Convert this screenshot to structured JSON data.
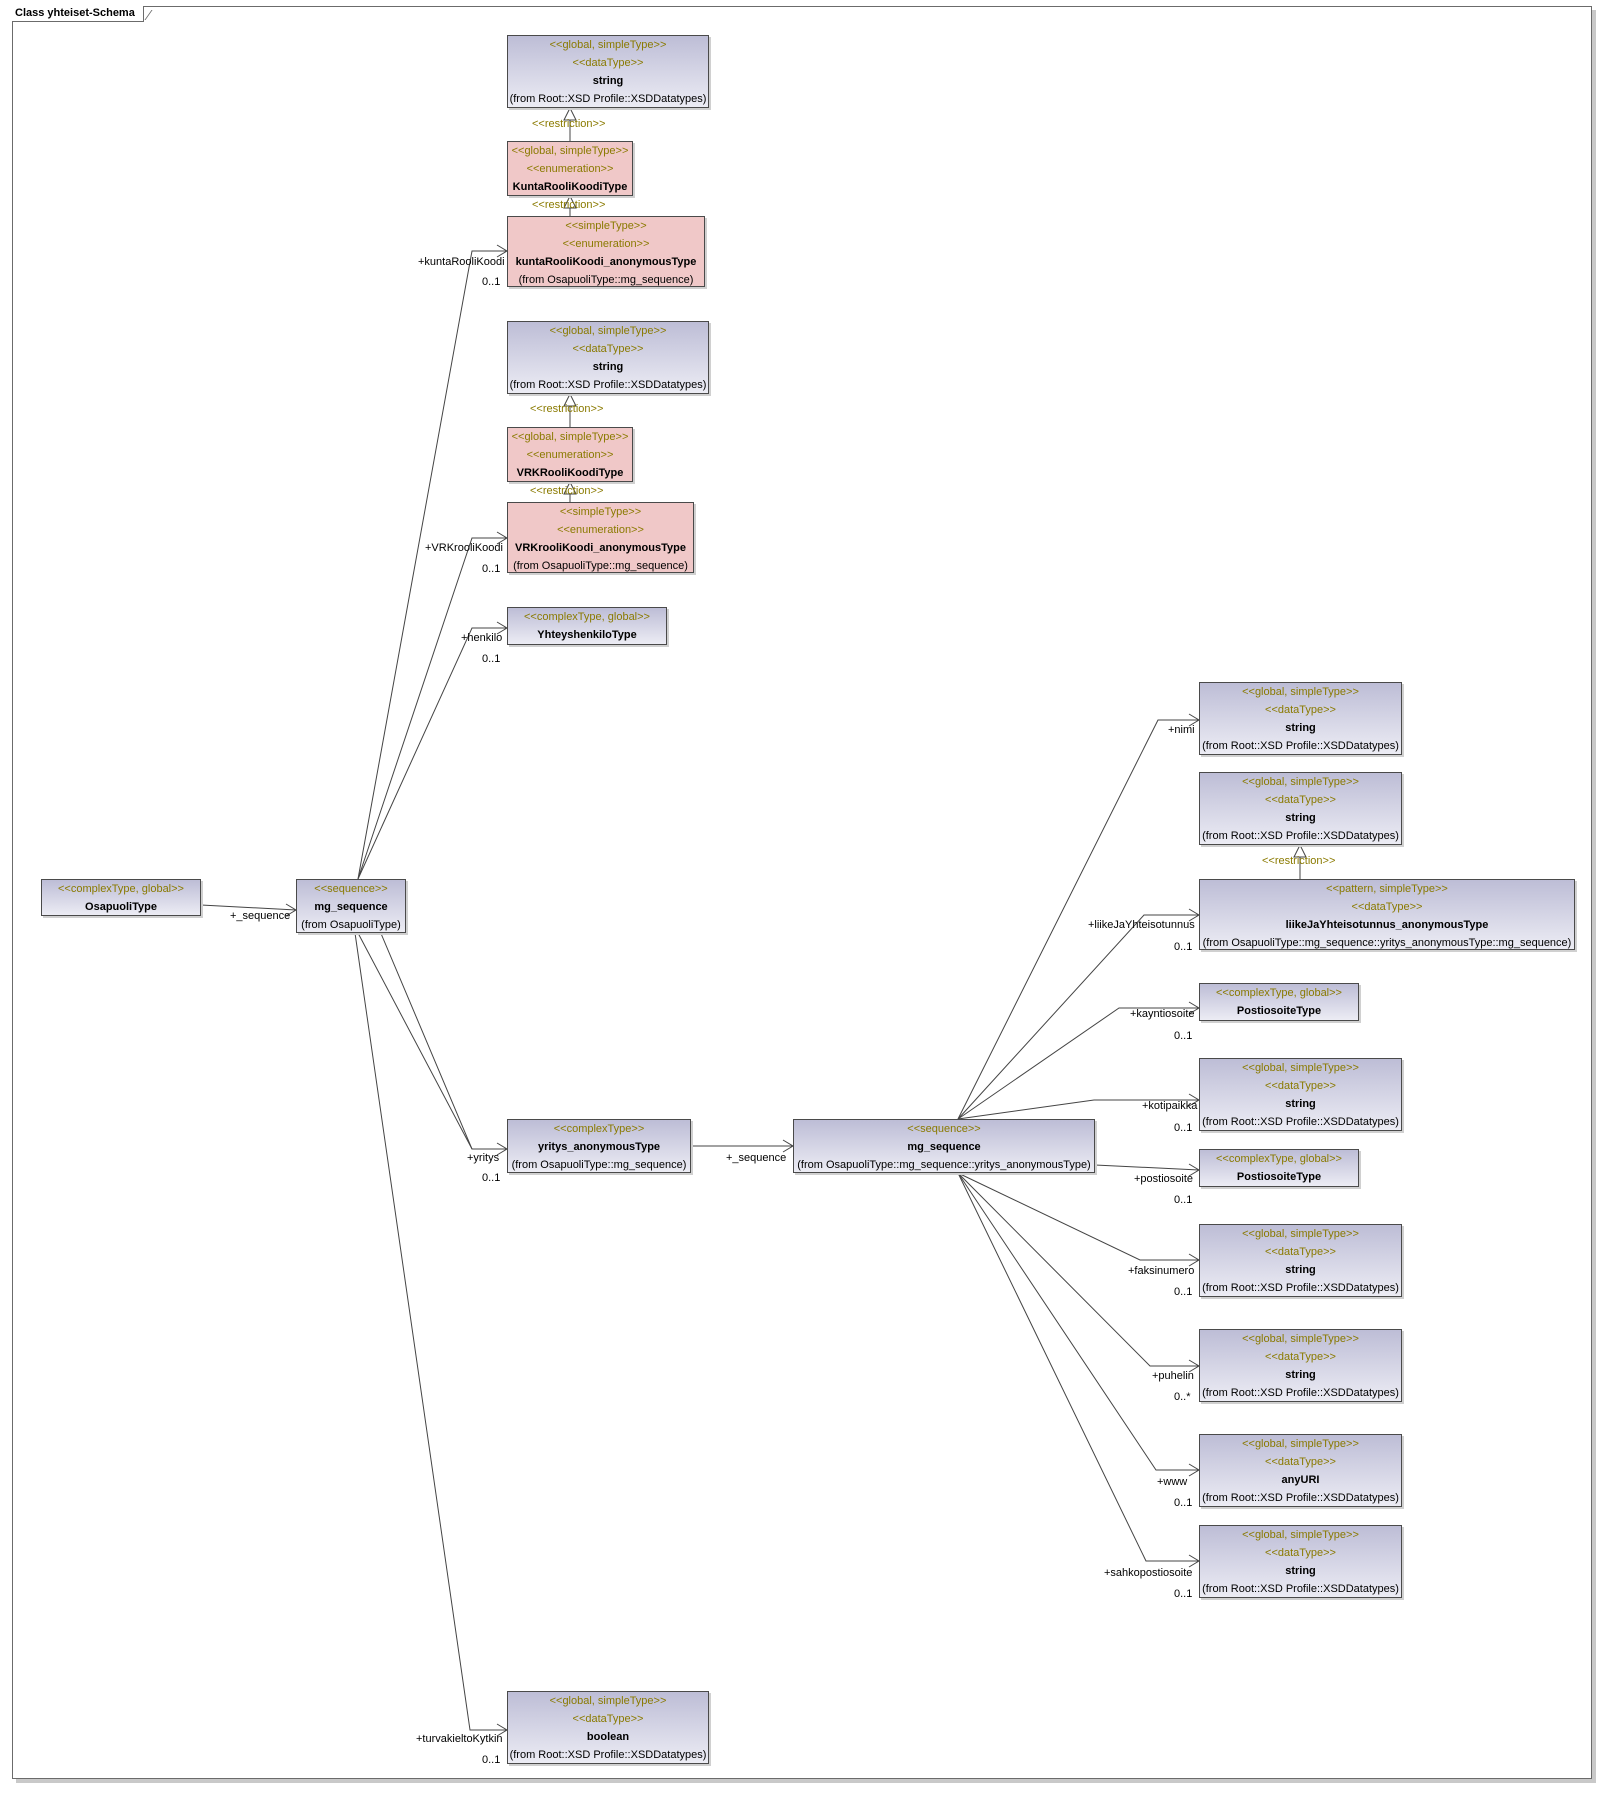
{
  "frame": {
    "title": "Class yhteiset-Schema"
  },
  "boxes": [
    {
      "id": "osapuoli",
      "stereo": [
        "<<complexType, global>>"
      ],
      "name": "OsapuoliType",
      "from": ""
    },
    {
      "id": "mgseq1",
      "stereo": [
        "<<sequence>>"
      ],
      "name": "mg_sequence",
      "from": "(from OsapuoliType)"
    },
    {
      "id": "str1",
      "stereo": [
        "<<global, simpleType>>",
        "<<dataType>>"
      ],
      "name": "string",
      "from": "(from Root::XSD Profile::XSDDatatypes)"
    },
    {
      "id": "kuntaRK",
      "stereo": [
        "<<global, simpleType>>",
        "<<enumeration>>"
      ],
      "name": "KuntaRooliKoodiType",
      "from": ""
    },
    {
      "id": "kuntaAnon",
      "stereo": [
        "<<simpleType>>",
        "<<enumeration>>"
      ],
      "name": "kuntaRooliKoodi_anonymousType",
      "from": "(from OsapuoliType::mg_sequence)"
    },
    {
      "id": "str2",
      "stereo": [
        "<<global, simpleType>>",
        "<<dataType>>"
      ],
      "name": "string",
      "from": "(from Root::XSD Profile::XSDDatatypes)"
    },
    {
      "id": "vrkRK",
      "stereo": [
        "<<global, simpleType>>",
        "<<enumeration>>"
      ],
      "name": "VRKRooliKoodiType",
      "from": ""
    },
    {
      "id": "vrkAnon",
      "stereo": [
        "<<simpleType>>",
        "<<enumeration>>"
      ],
      "name": "VRKrooliKoodi_anonymousType",
      "from": "(from OsapuoliType::mg_sequence)"
    },
    {
      "id": "yhteys",
      "stereo": [
        "<<complexType, global>>"
      ],
      "name": "YhteyshenkiloType",
      "from": ""
    },
    {
      "id": "yritys",
      "stereo": [
        "<<complexType>>"
      ],
      "name": "yritys_anonymousType",
      "from": "(from OsapuoliType::mg_sequence)"
    },
    {
      "id": "boolean",
      "stereo": [
        "<<global, simpleType>>",
        "<<dataType>>"
      ],
      "name": "boolean",
      "from": "(from Root::XSD Profile::XSDDatatypes)"
    },
    {
      "id": "mgseq2",
      "stereo": [
        "<<sequence>>"
      ],
      "name": "mg_sequence",
      "from": "(from OsapuoliType::mg_sequence::yritys_anonymousType)"
    },
    {
      "id": "nimiStr",
      "stereo": [
        "<<global, simpleType>>",
        "<<dataType>>"
      ],
      "name": "string",
      "from": "(from Root::XSD Profile::XSDDatatypes)"
    },
    {
      "id": "str3",
      "stereo": [
        "<<global, simpleType>>",
        "<<dataType>>"
      ],
      "name": "string",
      "from": "(from Root::XSD Profile::XSDDatatypes)"
    },
    {
      "id": "liike",
      "stereo": [
        "<<pattern, simpleType>>",
        "<<dataType>>"
      ],
      "name": "liikeJaYhteisotunnus_anonymousType",
      "from": "(from OsapuoliType::mg_sequence::yritys_anonymousType::mg_sequence)"
    },
    {
      "id": "posti1",
      "stereo": [
        "<<complexType, global>>"
      ],
      "name": "PostiosoiteType",
      "from": ""
    },
    {
      "id": "kotiStr",
      "stereo": [
        "<<global, simpleType>>",
        "<<dataType>>"
      ],
      "name": "string",
      "from": "(from Root::XSD Profile::XSDDatatypes)"
    },
    {
      "id": "posti2",
      "stereo": [
        "<<complexType, global>>"
      ],
      "name": "PostiosoiteType",
      "from": ""
    },
    {
      "id": "faksiStr",
      "stereo": [
        "<<global, simpleType>>",
        "<<dataType>>"
      ],
      "name": "string",
      "from": "(from Root::XSD Profile::XSDDatatypes)"
    },
    {
      "id": "puhelinStr",
      "stereo": [
        "<<global, simpleType>>",
        "<<dataType>>"
      ],
      "name": "string",
      "from": "(from Root::XSD Profile::XSDDatatypes)"
    },
    {
      "id": "anyuri",
      "stereo": [
        "<<global, simpleType>>",
        "<<dataType>>"
      ],
      "name": "anyURI",
      "from": "(from Root::XSD Profile::XSDDatatypes)"
    },
    {
      "id": "sahkoStr",
      "stereo": [
        "<<global, simpleType>>",
        "<<dataType>>"
      ],
      "name": "string",
      "from": "(from Root::XSD Profile::XSDDatatypes)"
    }
  ],
  "labels": {
    "seq1": "+_sequence",
    "kunta": "+kuntaRooliKoodi",
    "kunta_m": "0..1",
    "vrk": "+VRKrooliKoodi",
    "vrk_m": "0..1",
    "henkilo": "+henkilo",
    "henkilo_m": "0..1",
    "yritys": "+yritys",
    "yritys_m": "0..1",
    "turva": "+turvakieltoKytkin",
    "turva_m": "0..1",
    "seq2": "+_sequence",
    "nimi": "+nimi",
    "liike": "+liikeJaYhteisotunnus",
    "liike_m": "0..1",
    "kaynti": "+kayntiosoite",
    "kaynti_m": "0..1",
    "koti": "+kotipaikka",
    "koti_m": "0..1",
    "posti": "+postiosoite",
    "posti_m": "0..1",
    "faksi": "+faksinumero",
    "faksi_m": "0..1",
    "puhelin": "+puhelin",
    "puhelin_m": "0..*",
    "www": "+www",
    "www_m": "0..1",
    "sahko": "+sahkopostiosoite",
    "sahko_m": "0..1",
    "restr1": "<<restriction>>",
    "restr2": "<<restriction>>",
    "restr3": "<<restriction>>",
    "restr4": "<<restriction>>",
    "restr5": "<<restriction>>"
  }
}
